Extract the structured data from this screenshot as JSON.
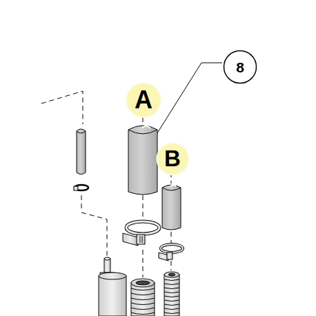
{
  "diagram": {
    "nodes": [
      {
        "text": [
          "8"
        ]
      },
      {
        "text": [
          "A"
        ]
      },
      {
        "text": [
          "B"
        ]
      }
    ]
  }
}
